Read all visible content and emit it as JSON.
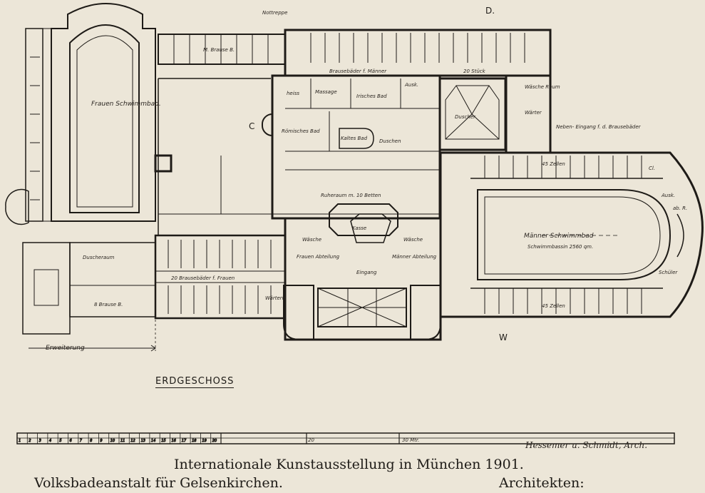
{
  "caption": {
    "title": "Internationale Kunstausstellung in München 1901.",
    "building": "Volksbadeanstalt für Gelsenkirchen.",
    "architects": "Architekten:"
  },
  "signature": "Hessemer u. Schmidt, Arch.",
  "floor_title": "ERDGESCHOSS",
  "orientation_marks": {
    "top": "D.",
    "left": "C",
    "bottom": "W"
  },
  "scale_bar": {
    "ticks": [
      "1",
      "2",
      "3",
      "4",
      "5",
      "6",
      "7",
      "8",
      "9",
      "10",
      "11",
      "12",
      "13",
      "14",
      "15",
      "16",
      "17",
      "18",
      "19",
      "20"
    ],
    "mid_label": "20",
    "end_label": "30 Mtr."
  },
  "rooms": {
    "frauen_schwimmbad": "Frauen Schwimmbad.",
    "brause_top": "M. Brause B.",
    "brausebaeder_maenner": "Brausebäder f. Männer",
    "zwanzig_stueck": "20 Stück",
    "nottreppe": "Nottreppe",
    "heiss": "heiss",
    "massage": "Massage",
    "ausk": "Ausk.",
    "irisches_bad": "Irisches Bad",
    "roemisches_bad": "Römisches Bad",
    "kaltes_bad": "Kaltes Bad",
    "duschen": "Duschen",
    "duscher_center": "Duscher",
    "waesche_raum": "Wäsche Raum",
    "waerter_r": "Wärter",
    "neben_eingang": "Neben- Eingang f. d. Brausebäder",
    "ruheraum": "Ruheraum m. 10 Betten",
    "kasse": "Kasse",
    "waesche_l": "Wäsche",
    "waesche_r": "Wäsche",
    "frauen_abteilung": "Frauen Abteilung",
    "maenner_abteilung": "Männer Abteilung",
    "eingang": "Eingang",
    "duscheraum": "Duscheraum",
    "brausebaeder_frauen": "20 Brausebäder f. Frauen",
    "brause_bottom": "8 Brause B.",
    "waerterin": "Wärterin",
    "zellen_top": "45 Zellen",
    "zellen_bottom": "45 Zellen",
    "maenner_schwimmbad": "Männer Schwimmbad",
    "schwimmbassin": "Schwimmbassin 2560 qm.",
    "cl": "Cl.",
    "ausk_r": "Ausk.",
    "ab_r": "ab. R.",
    "schuler": "Schüler",
    "erweiterung": "Erweiterung"
  }
}
